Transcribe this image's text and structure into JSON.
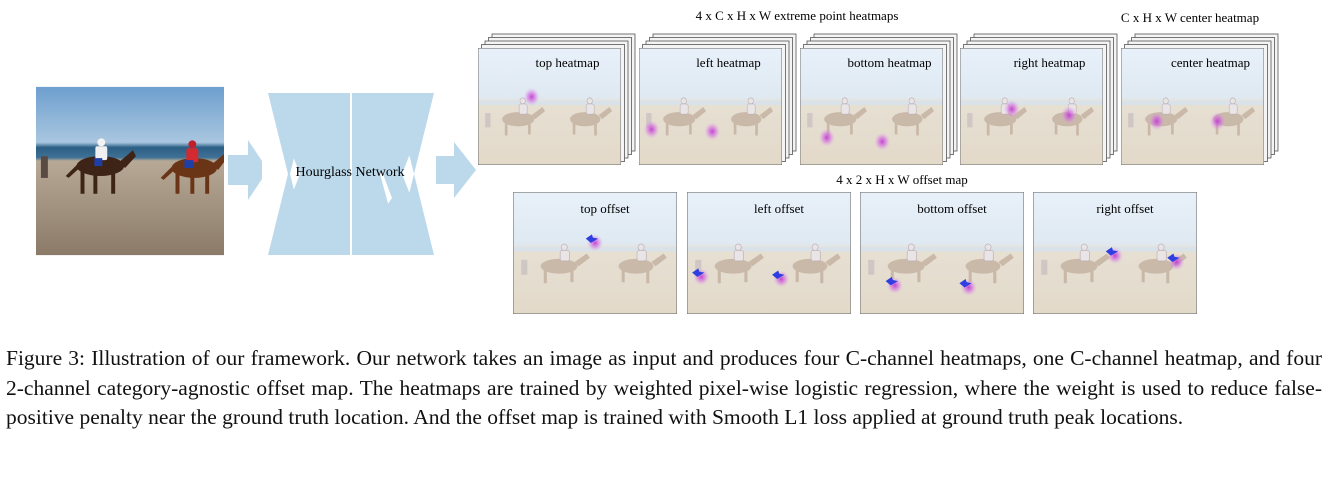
{
  "labels": {
    "extreme": "4 x C x H x W extreme point heatmaps",
    "center_top": "C x H x W center heatmap",
    "offset_top": "4 x 2 x H x W offset map",
    "network": "Hourglass Network"
  },
  "heatmaps": [
    {
      "label": "top heatmap"
    },
    {
      "label": "left heatmap"
    },
    {
      "label": "bottom heatmap"
    },
    {
      "label": "right heatmap"
    },
    {
      "label": "center heatmap"
    }
  ],
  "offsets": [
    {
      "label": "top offset"
    },
    {
      "label": "left offset"
    },
    {
      "label": "bottom offset"
    },
    {
      "label": "right offset"
    }
  ],
  "colors": {
    "network": "#bcd9ec",
    "heat": "#c23bd3",
    "arrow": "#2f3ee0"
  },
  "caption": "Figure 3: Illustration of our framework. Our network takes an image as input and produces four C-channel heatmaps, one C-channel heatmap, and four 2-channel category-agnostic offset map. The heatmaps are trained by weighted pixel-wise logistic regression, where the weight is used to reduce false-positive penalty near the ground truth location. And the offset map is trained with Smooth L1 loss applied at ground truth peak locations."
}
